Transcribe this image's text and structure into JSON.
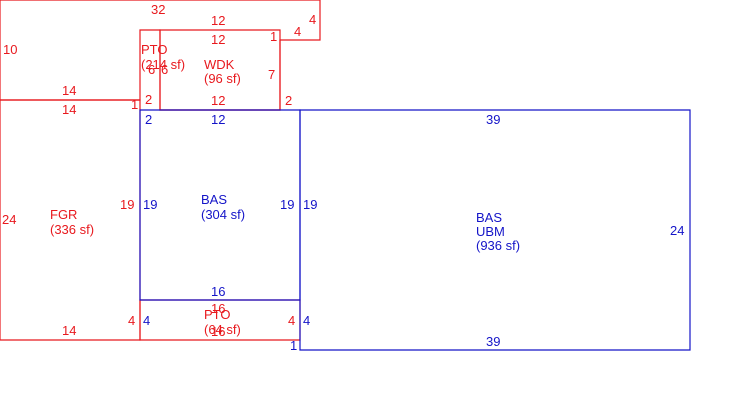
{
  "colors": {
    "secondary": "#e8191e",
    "primary": "#1414c8"
  },
  "areas": {
    "pto_top": {
      "code": "PTO",
      "area": "(214 sf)"
    },
    "wdk": {
      "code": "WDK",
      "area": "(96 sf)"
    },
    "fgr": {
      "code": "FGR",
      "area": "(336 sf)"
    },
    "bas_small": {
      "code": "BAS",
      "area": "(304 sf)"
    },
    "bas_ubm": {
      "code": "BAS",
      "code2": "UBM",
      "area": "(936 sf)"
    },
    "pto_bottom": {
      "code": "PTO",
      "area": "(64 sf)"
    }
  },
  "dims": {
    "pto_top_width": "32",
    "pto_top_right_h": "4",
    "pto_top_step_w": "4",
    "pto_top_left_h": "10",
    "wdk_top_outer": "12",
    "wdk_top_inner": "12",
    "wdk_corner": "1",
    "wdk_right": "7",
    "wdk_left_a": "6",
    "wdk_left_b": "6",
    "wdk_bottom": "12",
    "fgr_top_outer": "14",
    "fgr_top_inner": "14",
    "fgr_corner": "1",
    "fgr_step": "2",
    "fgr_left": "24",
    "fgr_right": "19",
    "fgr_bottom": "14",
    "red_step_right": "2",
    "bas_small_top": "12",
    "bas_small_corner": "2",
    "bas_small_left": "19",
    "bas_small_right_in": "19",
    "bas_small_bottom": "16",
    "bas_ubm_top": "39",
    "bas_ubm_left": "19",
    "bas_ubm_right": "24",
    "bas_ubm_bottom": "39",
    "pto_bottom_top": "16",
    "pto_bottom_left_out": "4",
    "pto_bottom_left_in": "4",
    "pto_bottom_right_out": "4",
    "pto_bottom_right_in": "4",
    "pto_bottom_bottom": "16",
    "fgr_bottom_corner": "1"
  }
}
